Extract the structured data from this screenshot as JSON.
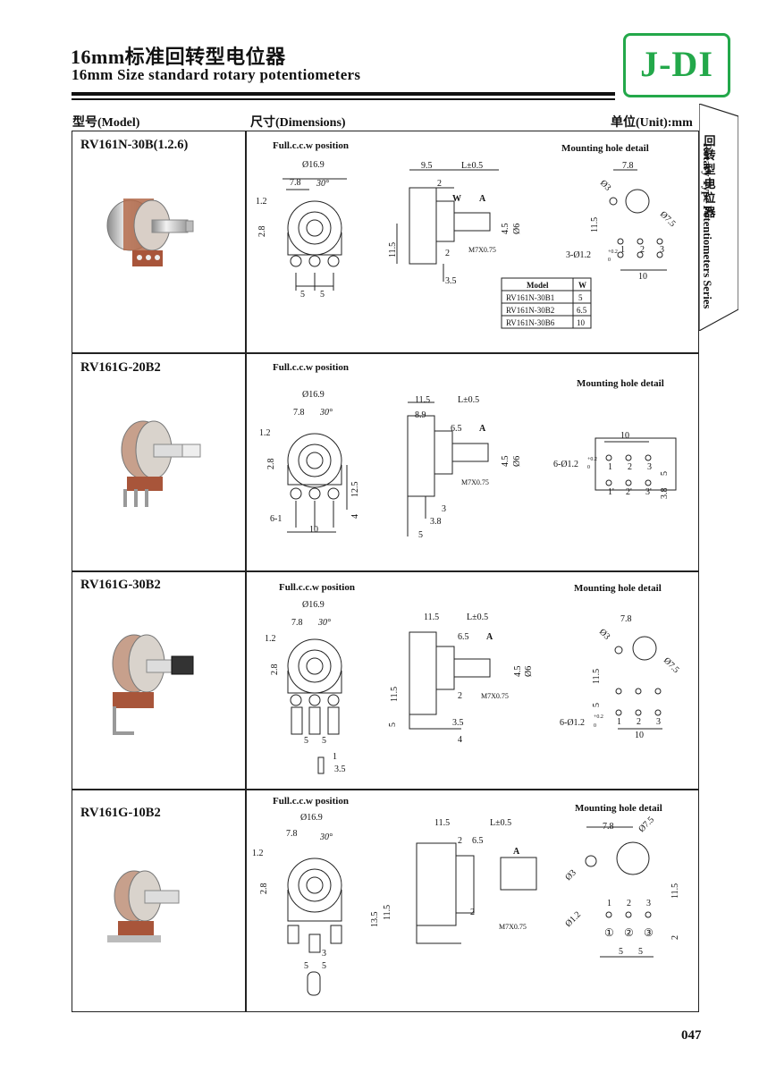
{
  "header": {
    "title_cn": "16mm标准回转型电位器",
    "title_en": "16mm Size standard rotary potentiometers",
    "logo": "J-DI"
  },
  "columns": {
    "model": "型号(Model)",
    "dimensions": "尺寸(Dimensions)",
    "unit": "单位(Unit):mm"
  },
  "side_tab": {
    "cn": "回转型电位器",
    "en": "Rotary Type Potentiometers Series"
  },
  "rows": [
    {
      "model": "RV161N-30B(1.2.6)",
      "front_caption": "Full.c.c.w position",
      "mount_caption": "Mounting hole detail",
      "dims": {
        "d1": "Ø16.9",
        "d2": "7.8",
        "angle": "30°",
        "d3": "1.2",
        "d4": "2.8",
        "d5": "5",
        "d6": "5",
        "s1": "9.5",
        "s2": "L±0.5",
        "s3": "2",
        "s4": "W",
        "s5": "A",
        "s6": "4.5",
        "s7": "Ø6",
        "s8": "11.5",
        "s9": "2",
        "s10": "M7X0.75",
        "s11": "3.5",
        "m1": "7.8",
        "m2": "Ø3",
        "m3": "11.5",
        "m4": "Ø7.5",
        "m5": "3-Ø1.2",
        "m5sup": "+0.2",
        "m5sub": "0",
        "m6": "1",
        "m7": "2",
        "m8": "3",
        "m9": "10"
      },
      "w_table": {
        "headers": [
          "Model",
          "W"
        ],
        "rows": [
          [
            "RV161N-30B1",
            "5"
          ],
          [
            "RV161N-30B2",
            "6.5"
          ],
          [
            "RV161N-30B6",
            "10"
          ]
        ]
      }
    },
    {
      "model": "RV161G-20B2",
      "front_caption": "Full.c.c.w position",
      "mount_caption": "Mounting hole detail",
      "dims": {
        "d1": "Ø16.9",
        "d2": "7.8",
        "angle": "30°",
        "d3": "1.2",
        "d4": "2.8",
        "d5": "12.5",
        "d6": "4",
        "d7": "6-1",
        "d8": "10",
        "s1": "11.5",
        "s2": "L±0.5",
        "s3": "8.9",
        "s4": "6.5",
        "s5": "A",
        "s6": "4.5",
        "s7": "Ø6",
        "s8": "M7X0.75",
        "s9": "3",
        "s10": "3.8",
        "s11": "5",
        "m1": "10",
        "m2": "6-Ø1.2",
        "m2sup": "+0.2",
        "m2sub": "0",
        "m3": "1",
        "m4": "2",
        "m5": "3",
        "m6": "1'",
        "m7": "2'",
        "m8": "3'",
        "m9": "5",
        "m10": "3.8"
      }
    },
    {
      "model": "RV161G-30B2",
      "front_caption": "Full.c.c.w position",
      "mount_caption": "Mounting hole detail",
      "dims": {
        "d1": "Ø16.9",
        "d2": "7.8",
        "angle": "30°",
        "d3": "1.2",
        "d4": "2.8",
        "d5": "5",
        "d6": "5",
        "d7": "1",
        "d8": "3.5",
        "s1": "11.5",
        "s2": "L±0.5",
        "s3": "6.5",
        "s4": "A",
        "s5": "4.5",
        "s6": "Ø6",
        "s7": "11.5",
        "s8": "2",
        "s9": "M7X0.75",
        "s10": "5",
        "s11": "3.5",
        "s12": "4",
        "m1": "7.8",
        "m2": "Ø3",
        "m3": "11.5",
        "m4": "Ø7.5",
        "m5": "5",
        "m6": "6-Ø1.2",
        "m6sup": "+0.2",
        "m6sub": "0",
        "m7": "1",
        "m8": "2",
        "m9": "3",
        "m10": "10"
      }
    },
    {
      "model": "RV161G-10B2",
      "front_caption": "Full.c.c.w position",
      "mount_caption": "Mounting hole detail",
      "dims": {
        "d1": "Ø16.9",
        "d2": "7.8",
        "angle": "30°",
        "d3": "1.2",
        "d4": "2.8",
        "d5": "3",
        "d6": "5",
        "d7": "5",
        "s1": "11.5",
        "s2": "L±0.5",
        "s3": "2",
        "s4": "6.5",
        "s5": "A",
        "s6": "13.5",
        "s7": "11.5",
        "s8": "2",
        "s9": "M7X0.75",
        "m1": "7.8",
        "m2": "Ø7.5",
        "m3": "Ø3",
        "m4": "11.5",
        "m5": "Ø1.2",
        "m6": "1",
        "m7": "2",
        "m8": "3",
        "m9": "①",
        "m10": "②",
        "m11": "③",
        "m12": "2",
        "m13": "5",
        "m14": "5"
      }
    }
  ],
  "page_number": "047"
}
